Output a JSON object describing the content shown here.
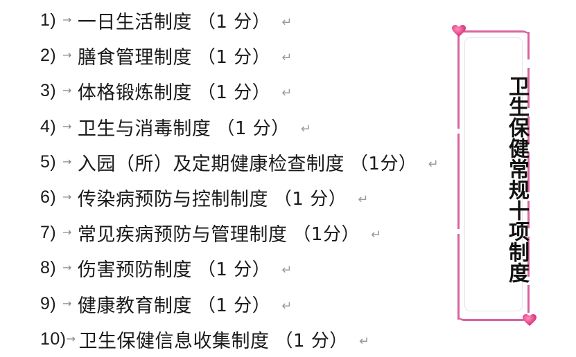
{
  "document": {
    "list_items": [
      {
        "number": "1)",
        "text": "一日生活制度",
        "score": "（1 分）"
      },
      {
        "number": "2)",
        "text": "膳食管理制度",
        "score": "（1 分）"
      },
      {
        "number": "3)",
        "text": "体格锻炼制度",
        "score": "（1 分）"
      },
      {
        "number": "4)",
        "text": "卫生与消毒制度",
        "score": "（1 分）"
      },
      {
        "number": "5)",
        "text": "入园（所）及定期健康检查制度",
        "score": "（1分）"
      },
      {
        "number": "6)",
        "text": "传染病预防与控制制度",
        "score": "（1 分）"
      },
      {
        "number": "7)",
        "text": "常见疾病预防与管理制度",
        "score": "（1分）"
      },
      {
        "number": "8)",
        "text": "伤害预防制度",
        "score": "（1 分）"
      },
      {
        "number": "9)",
        "text": "健康教育制度",
        "score": "（1 分）"
      },
      {
        "number": "10)",
        "text": "卫生保健信息收集制度",
        "score": "（1 分）"
      }
    ],
    "tab_glyph": "→",
    "paragraph_mark": "↵"
  },
  "title_card": {
    "title": "卫生保健常规十项制度",
    "accent_color": "#d9639f",
    "decoration": "heart-icon"
  }
}
